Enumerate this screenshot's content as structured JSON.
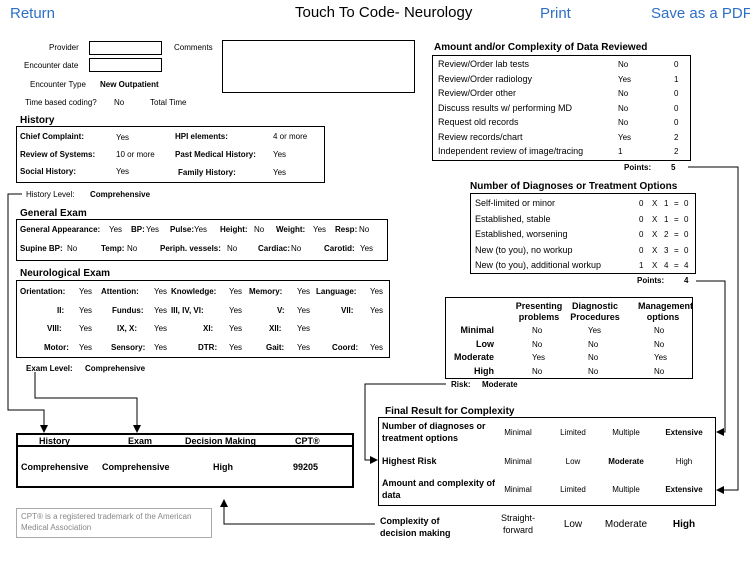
{
  "nav": {
    "return": "Return",
    "title": "Touch To Code- Neurology",
    "print": "Print",
    "save": "Save as a PDF"
  },
  "encounter": {
    "provider_label": "Provider",
    "date_label": "Encounter date",
    "comments_label": "Comments",
    "type_label": "Encounter Type",
    "type_value": "New Outpatient",
    "time_label": "Time based coding?",
    "time_value": "No",
    "total_time_label": "Total Time"
  },
  "history": {
    "title": "History",
    "chief_label": "Chief Complaint:",
    "chief_value": "Yes",
    "hpi_label": "HPI elements:",
    "hpi_value": "4 or more",
    "ros_label": "Review of Systems:",
    "ros_value": "10 or more",
    "pmh_label": "Past Medical History:",
    "pmh_value": "Yes",
    "social_label": "Social History:",
    "social_value": "Yes",
    "family_label": "Family History:",
    "family_value": "Yes",
    "level_label": "History Level:",
    "level_value": "Comprehensive"
  },
  "general_exam": {
    "title": "General Exam",
    "row1": [
      {
        "label": "General Appearance:",
        "value": "Yes"
      },
      {
        "label": "BP:",
        "value": "Yes"
      },
      {
        "label": "Pulse:",
        "value": "Yes"
      },
      {
        "label": "Height:",
        "value": "No"
      },
      {
        "label": "Weight:",
        "value": "Yes"
      },
      {
        "label": "Resp:",
        "value": "No"
      }
    ],
    "row2": [
      {
        "label": "Supine BP:",
        "value": "No"
      },
      {
        "label": "Temp:",
        "value": "No"
      },
      {
        "label": "Periph. vessels:",
        "value": "No"
      },
      {
        "label": "Cardiac:",
        "value": "No"
      },
      {
        "label": "Carotid:",
        "value": "Yes"
      }
    ]
  },
  "neuro_exam": {
    "title": "Neurological Exam",
    "rows": [
      [
        {
          "label": "Orientation:",
          "value": "Yes"
        },
        {
          "label": "Attention:",
          "value": "Yes"
        },
        {
          "label": "Knowledge:",
          "value": "Yes"
        },
        {
          "label": "Memory:",
          "value": "Yes"
        },
        {
          "label": "Language:",
          "value": "Yes"
        }
      ],
      [
        {
          "label": "II:",
          "value": "Yes"
        },
        {
          "label": "Fundus:",
          "value": "Yes"
        },
        {
          "label": "III, IV, VI:",
          "value": "Yes"
        },
        {
          "label": "V:",
          "value": "Yes"
        },
        {
          "label": "VII:",
          "value": "Yes"
        }
      ],
      [
        {
          "label": "VIII:",
          "value": "Yes"
        },
        {
          "label": "IX, X:",
          "value": "Yes"
        },
        {
          "label": "XI:",
          "value": "Yes"
        },
        {
          "label": "XII:",
          "value": "Yes"
        }
      ],
      [
        {
          "label": "Motor:",
          "value": "Yes"
        },
        {
          "label": "Sensory:",
          "value": "Yes"
        },
        {
          "label": "DTR:",
          "value": "Yes"
        },
        {
          "label": "Gait:",
          "value": "Yes"
        },
        {
          "label": "Coord:",
          "value": "Yes"
        }
      ]
    ],
    "level_label": "Exam Level:",
    "level_value": "Comprehensive"
  },
  "data_reviewed": {
    "title": "Amount and/or Complexity of Data Reviewed",
    "rows": [
      {
        "label": "Review/Order lab tests",
        "answer": "No",
        "points": "0"
      },
      {
        "label": "Review/Order radiology",
        "answer": "Yes",
        "points": "1"
      },
      {
        "label": "Review/Order other",
        "answer": "No",
        "points": "0"
      },
      {
        "label": "Discuss results w/ performing MD",
        "answer": "No",
        "points": "0"
      },
      {
        "label": "Request old records",
        "answer": "No",
        "points": "0"
      },
      {
        "label": "Review records/chart",
        "answer": "Yes",
        "points": "2"
      },
      {
        "label": "Independent review of image/tracing",
        "answer": "1",
        "points": "2"
      }
    ],
    "points_label": "Points:",
    "points_value": "5"
  },
  "diagnoses": {
    "title": "Number of Diagnoses or Treatment Options",
    "rows": [
      {
        "label": "Self-limited or minor",
        "count": "0",
        "x": "X",
        "mult": "1",
        "eq": "=",
        "total": "0"
      },
      {
        "label": "Established, stable",
        "count": "0",
        "x": "X",
        "mult": "1",
        "eq": "=",
        "total": "0"
      },
      {
        "label": "Established, worsening",
        "count": "0",
        "x": "X",
        "mult": "2",
        "eq": "=",
        "total": "0"
      },
      {
        "label": "New (to you), no workup",
        "count": "0",
        "x": "X",
        "mult": "3",
        "eq": "=",
        "total": "0"
      },
      {
        "label": "New (to you), additional workup",
        "count": "1",
        "x": "X",
        "mult": "4",
        "eq": "=",
        "total": "4"
      }
    ],
    "points_label": "Points:",
    "points_value": "4"
  },
  "risk": {
    "headers": [
      "Presenting problems",
      "Diagnostic Procedures",
      "Management options"
    ],
    "rows": [
      {
        "label": "Minimal",
        "values": [
          "No",
          "Yes",
          "No"
        ]
      },
      {
        "label": "Low",
        "values": [
          "No",
          "No",
          "No"
        ]
      },
      {
        "label": "Moderate",
        "values": [
          "Yes",
          "No",
          "Yes"
        ]
      },
      {
        "label": "High",
        "values": [
          "No",
          "No",
          "No"
        ]
      }
    ],
    "risk_label": "Risk:",
    "risk_value": "Moderate"
  },
  "final": {
    "title": "Final Result for Complexity",
    "rows": [
      {
        "label": "Number of diagnoses or treatment options",
        "cols": [
          "Minimal",
          "Limited",
          "Multiple",
          "Extensive"
        ],
        "sel": 3
      },
      {
        "label": "Highest Risk",
        "cols": [
          "Minimal",
          "Low",
          "Moderate",
          "High"
        ],
        "sel": 2
      },
      {
        "label": "Amount and complexity of data",
        "cols": [
          "Minimal",
          "Limited",
          "Multiple",
          "Extensive"
        ],
        "sel": 3
      }
    ],
    "complexity_label": "Complexity of decision making",
    "complexity_cols": [
      "Straight-forward",
      "Low",
      "Moderate",
      "High"
    ],
    "complexity_sel": 3
  },
  "summary": {
    "headers": {
      "history": "History",
      "exam": "Exam",
      "decision": "Decision Making",
      "cpt": "CPT®"
    },
    "values": {
      "history": "Comprehensive",
      "exam": "Comprehensive",
      "decision": "High",
      "cpt": "99205"
    },
    "trademark": "CPT® is a registered trademark of the American Medical Association"
  }
}
